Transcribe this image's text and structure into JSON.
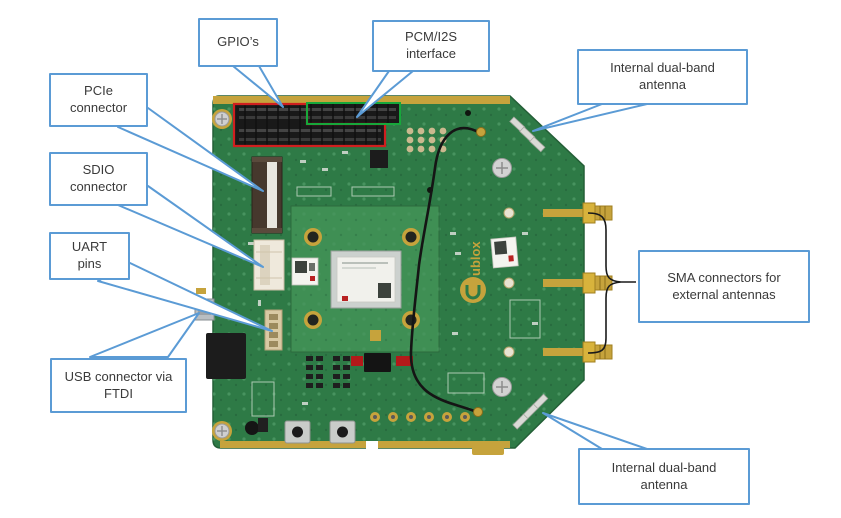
{
  "diagram": {
    "type": "annotated-hardware-photo",
    "subject": "evaluation board with callout labels"
  },
  "callouts": {
    "gpio": {
      "lines": [
        "GPIO’s"
      ]
    },
    "pcm_i2s": {
      "lines": [
        "PCM/I2S",
        "interface"
      ]
    },
    "antenna_top": {
      "lines": [
        "Internal dual-band",
        "antenna"
      ]
    },
    "pcie": {
      "lines": [
        "PCIe",
        "connector"
      ]
    },
    "sdio": {
      "lines": [
        "SDIO",
        "connector"
      ]
    },
    "uart": {
      "lines": [
        "UART",
        "pins"
      ]
    },
    "usb_ftdi": {
      "lines": [
        "USB connector via",
        "FTDI"
      ]
    },
    "sma": {
      "lines": [
        "SMA connectors for",
        "external antennas"
      ]
    },
    "antenna_bottom": {
      "lines": [
        "Internal dual-band",
        "antenna"
      ]
    }
  },
  "board": {
    "logo_text": "ublox"
  },
  "colors": {
    "callout_border": "#5b9bd5",
    "leader_fill": "#ffffff",
    "gpio_highlight_red": "#cf1f1f",
    "pcm_highlight_green": "#17a83b",
    "pcb_green": "#2e7a46",
    "carrier_green": "#3f8f54",
    "gold": "#c6a33c",
    "brace_black": "#1a1a1a"
  }
}
